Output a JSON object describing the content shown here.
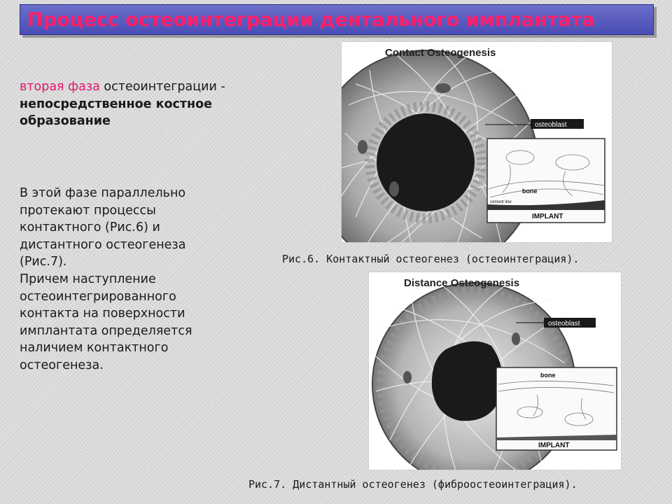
{
  "slide": {
    "title": "Процесс остеоинтеграции  дентального имплантата"
  },
  "phase": {
    "accent": "вторая фаза",
    "normal": " остеоинтеграции -",
    "bold": "непосредственное костное образование"
  },
  "body": {
    "paragraph1": "В этой фазе параллельно протекают процессы контактного (Рис.6) и дистантного остеогенеза (Рис.7).",
    "paragraph2": "Причем наступление остеоинтегрированного контакта на поверхности имплантата определяется наличием контактного остеогенеза."
  },
  "figure6": {
    "title": "Contact Osteogenesis",
    "label_osteoblast": "osteoblast",
    "label_bone": "bone",
    "label_cement": "cement line",
    "label_implant": "IMPLANT",
    "caption": "Рис.6. Контактный остеогенез (остеоинтеграция)."
  },
  "figure7": {
    "title": "Distance Osteogenesis",
    "label_osteoblast": "osteoblast",
    "label_bone": "bone",
    "label_implant": "IMPLANT",
    "caption": "Рис.7. Дистантный остеогенез (фиброостеоинтеграция)."
  },
  "colors": {
    "title_bg": "#4a4db5",
    "title_text": "#ff1f6a",
    "accent_text": "#e0186c"
  }
}
